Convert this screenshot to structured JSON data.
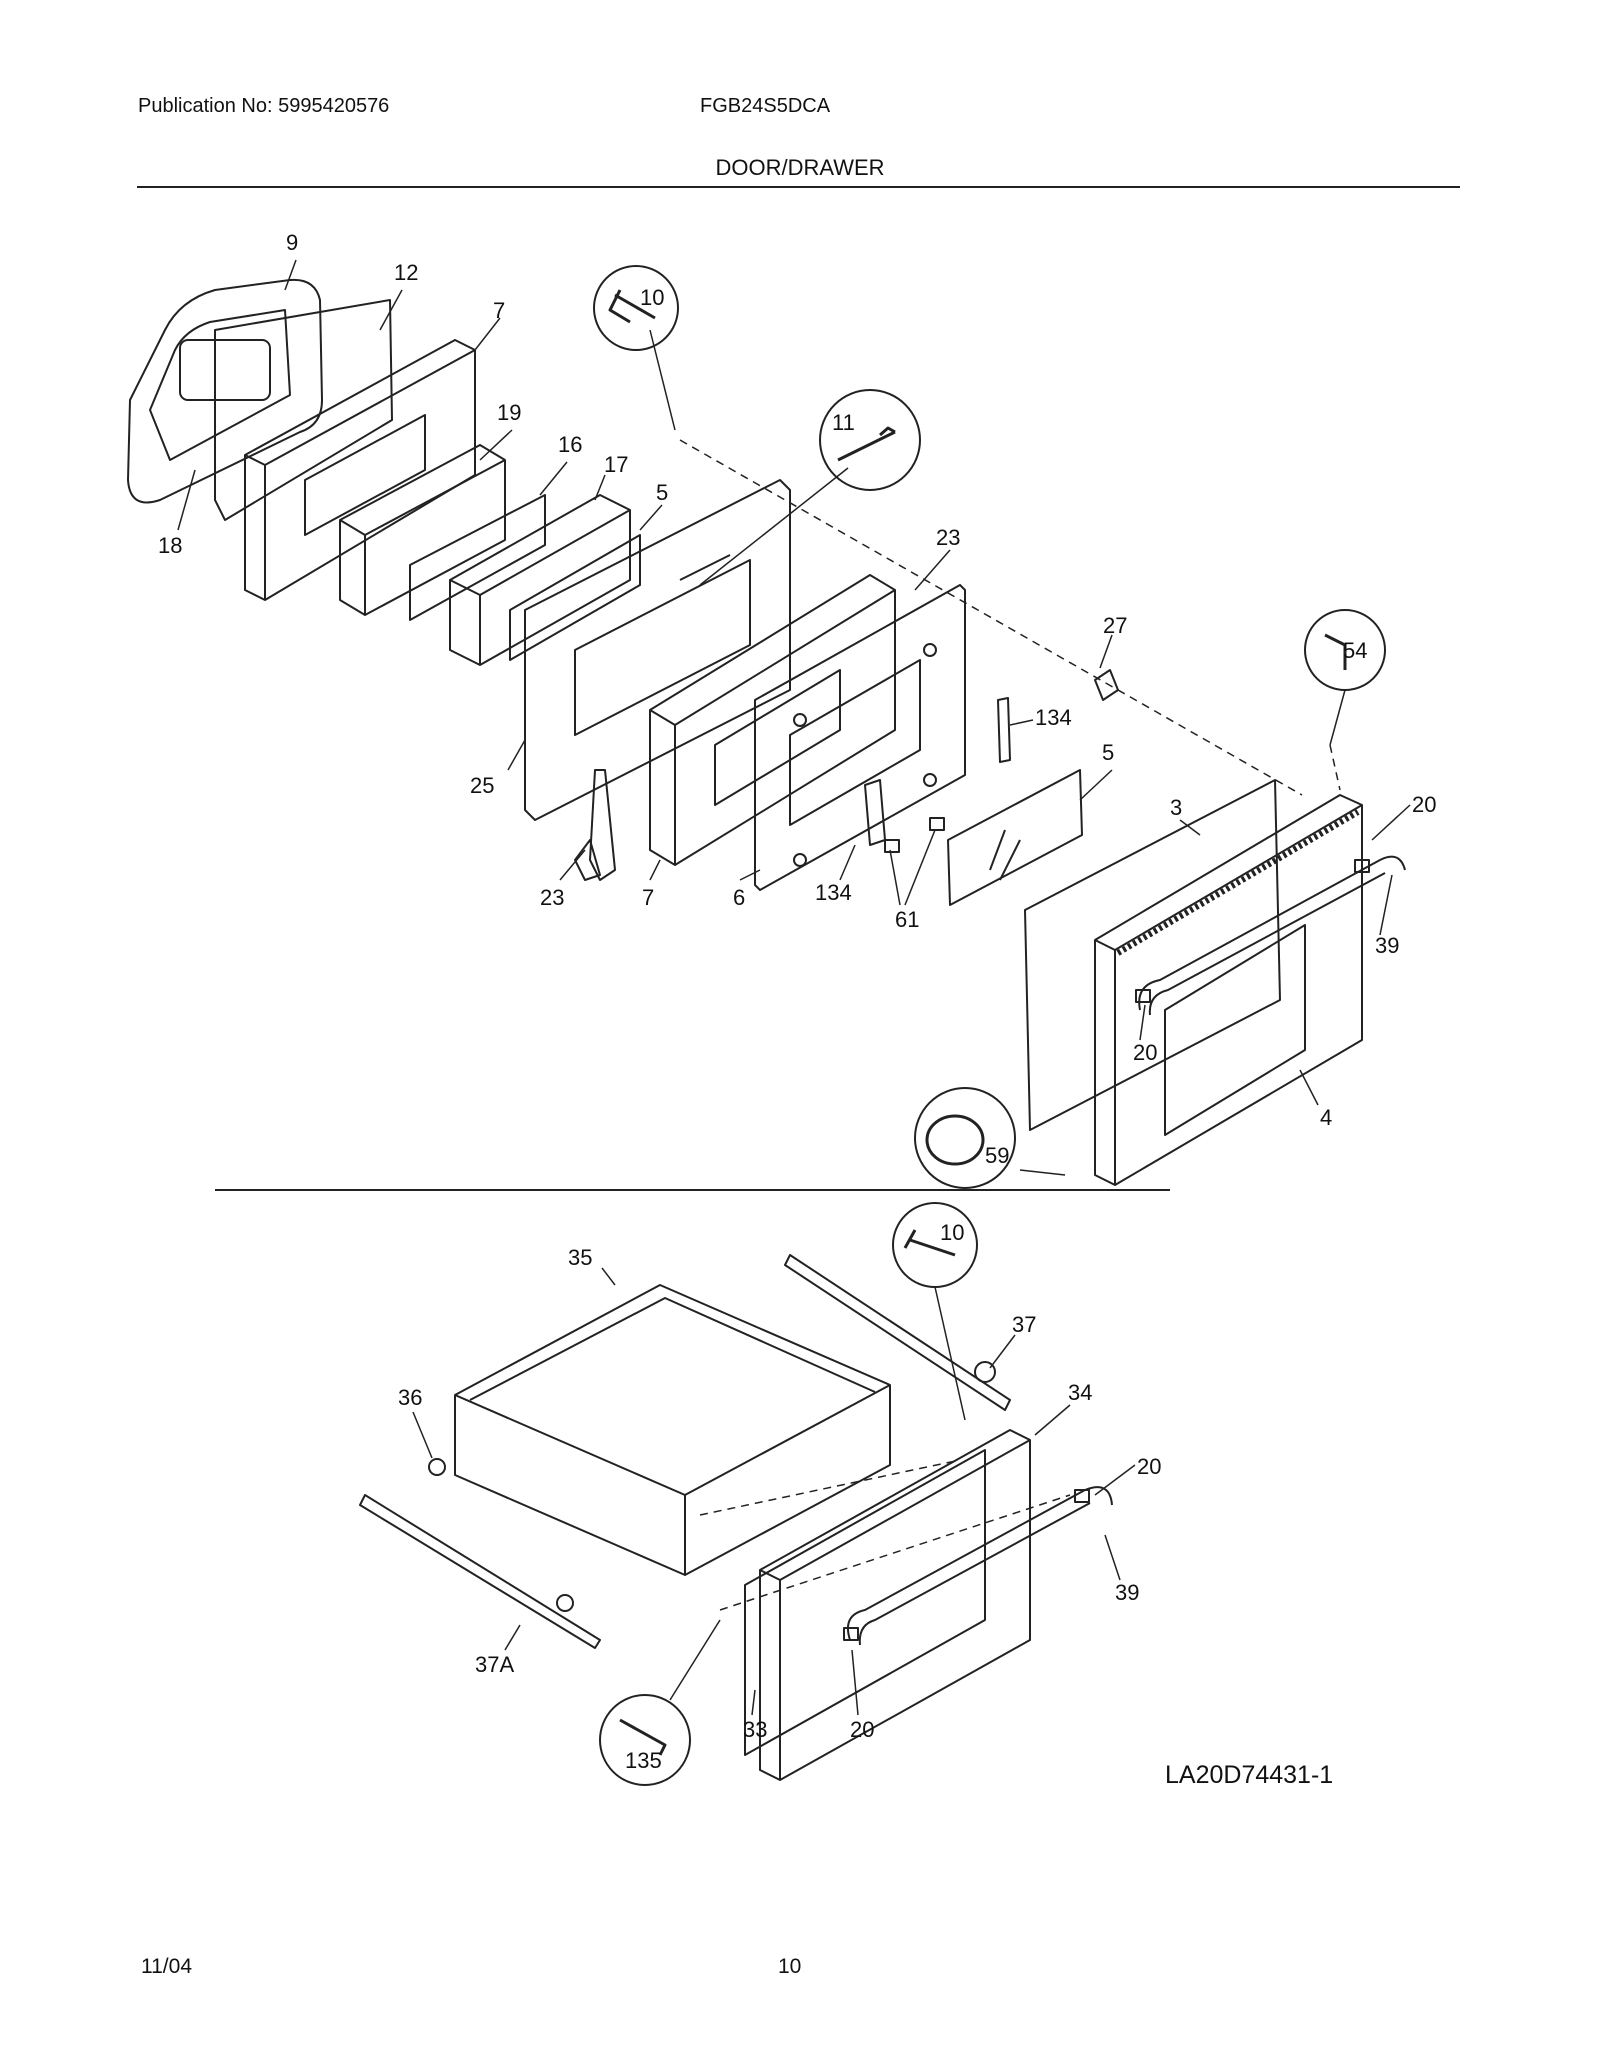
{
  "header": {
    "publication": "Publication No: 5995420576",
    "model": "FGB24S5DCA",
    "section_title": "DOOR/DRAWER"
  },
  "diagram": {
    "callouts": {
      "p9": "9",
      "p12": "12",
      "p7a": "7",
      "p19": "19",
      "p16": "16",
      "p17": "17",
      "p5a": "5",
      "p18": "18",
      "p10a": "10",
      "p11": "11",
      "p23a": "23",
      "p27": "27",
      "p54": "54",
      "p20a": "20",
      "p134a": "134",
      "p5b": "5",
      "p3": "3",
      "p25": "25",
      "p23b": "23",
      "p7b": "7",
      "p6": "6",
      "p134b": "134",
      "p61": "61",
      "p39a": "39",
      "p20b": "20",
      "p4": "4",
      "p59": "59",
      "p35": "35",
      "p10b": "10",
      "p37": "37",
      "p36": "36",
      "p34": "34",
      "p20c": "20",
      "p39b": "39",
      "p37a": "37A",
      "p135": "135",
      "p33": "33",
      "p20d": "20"
    },
    "drawing_code": "LA20D74431-1"
  },
  "footer": {
    "date": "11/04",
    "page": "10"
  }
}
